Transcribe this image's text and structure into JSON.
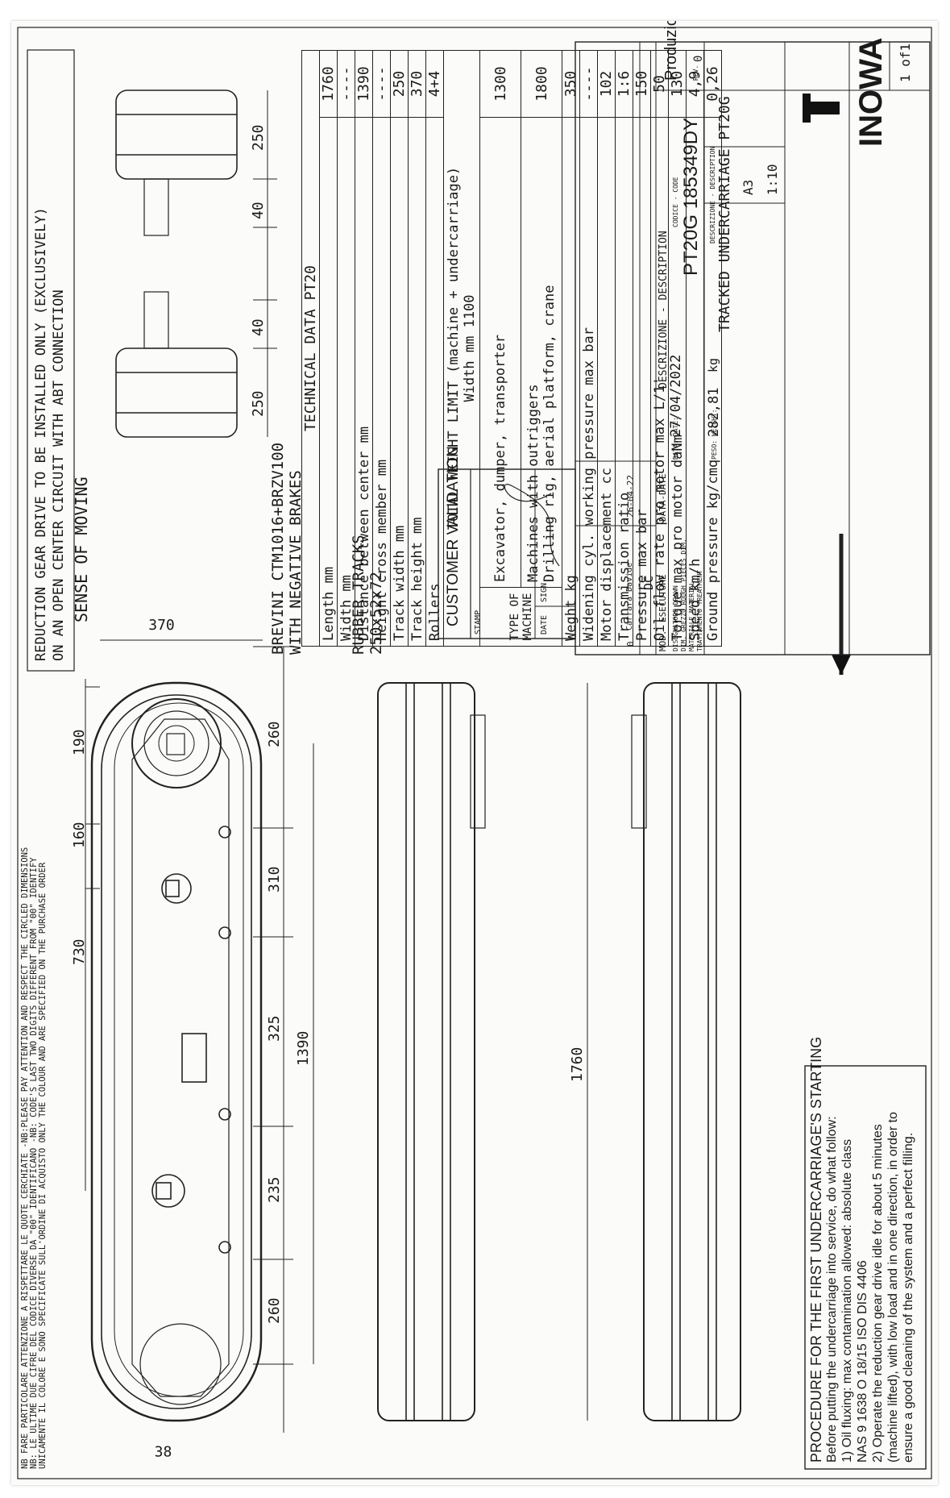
{
  "top_note": {
    "line1": "REDUCTION GEAR DRIVE TO BE INSTALLED ONLY (EXCLUSIVELY)",
    "line2": "ON AN OPEN CENTER CIRCUIT WITH ABT CONNECTION"
  },
  "side_note": {
    "line1": "NB FARE PARTICOLARE ATTENZIONE A RISPETTARE LE QUOTE CERCHIATE -NB:PLEASE PAY ATTENTION AND RESPECT THE CIRCLED DIMENSIONS",
    "line2": "NB: LE ULTIME DUE CIFRE DEL CODICE DIVERSE DA \"00\" IDENTIFICANO   -NB: CODE'S LAST TWO DIGITS DIFFERENT FROM \"00\" IDENTIFY",
    "line3": "UNICAMENTE IL COLORE E SONO SPECIFICATE SULL'ORDINE DI ACQUISTO     ONLY THE COLOUR AND ARE SPECIFIED ON THE PURCHASE ORDER"
  },
  "sense_of_moving": "SENSE OF MOVING",
  "motor_label": {
    "line1": "BREVINI CTM1016+BRZV100",
    "line2": "WITH NEGATIVE BRAKES"
  },
  "tracks_label": {
    "line1": "RUBBER TRACKS",
    "line2": "250x52x72"
  },
  "dimensions": {
    "d730": "730",
    "d160": "160",
    "d190": "190",
    "d370": "370",
    "d260a": "260",
    "d235": "235",
    "d325": "325",
    "d310": "310",
    "d260b": "260",
    "d1390": "1390",
    "d38": "38",
    "d1760": "1760",
    "front_250a": "250",
    "front_40a": "40",
    "front_40b": "40",
    "front_250b": "250"
  },
  "tech_table": {
    "title": "TECHNICAL DATA PT20",
    "rows": [
      {
        "label": "Length mm",
        "value": "1760"
      },
      {
        "label": "Width mm",
        "value": "----"
      },
      {
        "label": "Distance between center mm",
        "value": "1390"
      },
      {
        "label": "Height cross member mm",
        "value": "----"
      },
      {
        "label": "Track width mm",
        "value": "250"
      },
      {
        "label": "Track height mm",
        "value": "370"
      },
      {
        "label": "Rollers",
        "value": "4+4"
      }
    ],
    "total_weight_line1": "TOTAL WEIGHT LIMIT (machine + undercarriage)",
    "total_weight_line2": "Width mm 1100",
    "type_of_machine": "TYPE OF MACHINE",
    "machine_rows": [
      {
        "label": "Excavator, dumper, transporter",
        "value": "1300"
      },
      {
        "label": "Machines with outriggers",
        "label2": "Drilling rig, aerial platform, crane",
        "value": "1800"
      }
    ],
    "rows2": [
      {
        "label": "Weght kg",
        "value": "350"
      },
      {
        "label": "Widening cyl. working pressure max bar",
        "value": "----"
      },
      {
        "label": "Motor displacement cc",
        "value": "102"
      },
      {
        "label": "Transmission ratio",
        "value": "1:6"
      },
      {
        "label": "Pressure max bar",
        "value": "150"
      },
      {
        "label": "Oil flow rate pro motor max L/1'",
        "value": "50"
      },
      {
        "label": "Torque max pro motor daNm",
        "value": "130"
      },
      {
        "label": "Speed km/h",
        "value": "4,9"
      },
      {
        "label": "Ground pressure kg/cmq",
        "value": "0,26"
      }
    ]
  },
  "customer_validation": {
    "title": "CUSTOMER VALIDATION",
    "stamp": "STAMP",
    "date": "DATE",
    "sign": "SIGN"
  },
  "revision_block": {
    "row": {
      "mod": "0",
      "executor": "Carrara Davide",
      "code": "DC",
      "date": "26-04-22"
    },
    "h_mod": "MOD.",
    "h_executor": "ESECUTORE",
    "h_date": "DATA-DATE",
    "h_description": "DESCRIZIONE - DESCRIPTION",
    "disegnatore": "DISEGNATORE DRAWN",
    "dim_grezzo": "DIM. GREZZO ROUGH PIECES DIM.",
    "materiale": "MATERIALE MATERIAL",
    "trattamento": "TRATTAMENTO TREATMENT"
  },
  "title_block": {
    "produzione": "Produzione",
    "rev_label": "REV.",
    "rev": "0",
    "codice_label": "CODICE - CODE",
    "code": "PT20G 185349DY",
    "descr_label": "DESCRIZIONE - DESCRIPTION",
    "description": "TRACKED UNDERCARRIAGE PT20G",
    "data_label": "DATA: DATE:",
    "date": "27/04/2022",
    "peso_label": "PESO: WEIGHT:",
    "weight": "282,81",
    "weight_unit": "kg",
    "format": "A3",
    "scale": "1:10",
    "sheet": "1 of1",
    "logo": "INOWA"
  },
  "procedure": {
    "title": "PROCEDURE FOR THE FIRST UNDERCARRIAGE'S STARTING",
    "line1": "Before putting the undercarriage into service, do what follow:",
    "line2": "1) Oil fluxing: max contamination allowed: absolute class",
    "line3": "NAS 9 1638 O 18/15 ISO DIS 4406",
    "line4": "2) Operate the reduction gear drive idle for about 5 minutes",
    "line5": "(machine lifted), with low load and in one direction, in order to",
    "line6": "ensure a good cleaning of the system and a perfect filling."
  }
}
